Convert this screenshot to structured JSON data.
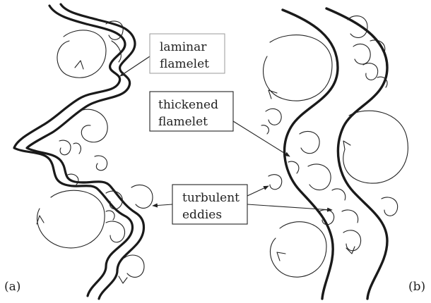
{
  "labels": {
    "laminar_line1": "laminar",
    "laminar_line2": "flamelet",
    "thickened_line1": "thickened",
    "thickened_line2": "flamelet",
    "turbulent_line1": "turbulent",
    "turbulent_line2": "eddies"
  },
  "panels": {
    "left": "(a)",
    "right": "(b)"
  }
}
